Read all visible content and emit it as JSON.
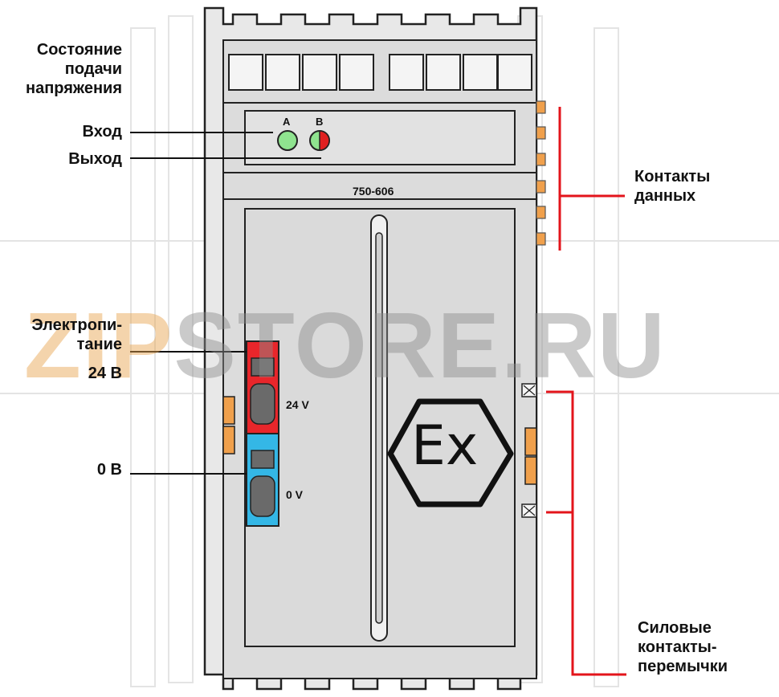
{
  "labels": {
    "power_status": [
      "Состояние",
      "подачи",
      "напряжения"
    ],
    "input": "Вход",
    "output": "Выход",
    "data_contacts": [
      "Контакты",
      "данных"
    ],
    "power_supply": [
      "Электропи-",
      "тание",
      "24 В"
    ],
    "zero_v": "0 В",
    "power_jumpers": [
      "Силовые",
      "контакты-",
      "перемычки"
    ]
  },
  "module": {
    "model": "750-606",
    "led_a": "A",
    "led_b": "B",
    "terminal_24v": "24 V",
    "terminal_0v": "0 V",
    "ex_mark": "Ex"
  },
  "watermark": {
    "part1": "ZIP",
    "part2": "STORE.RU"
  },
  "colors": {
    "housing": "#dedede",
    "outline": "#222222",
    "led_green": "#8fe38f",
    "led_red": "#e02020",
    "terminal_red": "#e8262b",
    "terminal_blue": "#34b7e6",
    "contact_orange": "#f0a04c",
    "callout_red": "#e3141b"
  }
}
